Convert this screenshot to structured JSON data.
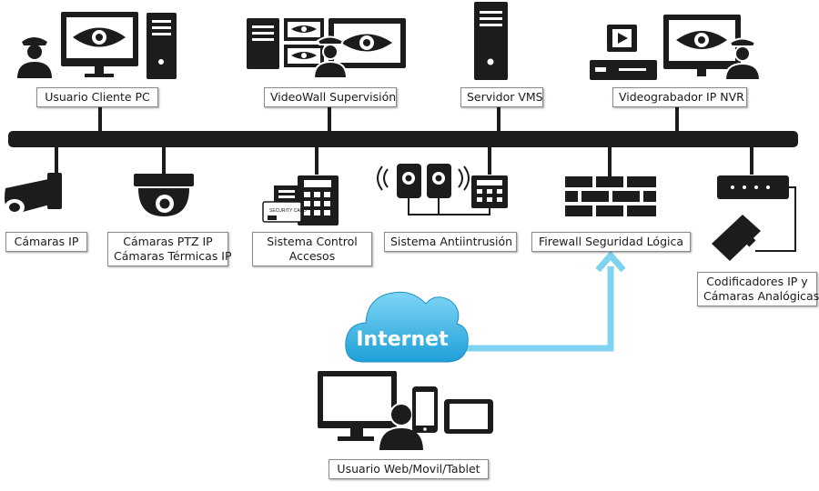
{
  "nodes": {
    "usuario_cliente_pc": "Usuario Cliente PC",
    "videowall": "VideoWall Supervisión",
    "servidor_vms": "Servidor VMS",
    "videograbador": "Videograbador IP NVR",
    "camaras_ip": "Cámaras IP",
    "camaras_ptz_line1": "Cámaras PTZ IP",
    "camaras_ptz_line2": "Cámaras Térmicas IP",
    "control_accesos_line1": "Sistema Control",
    "control_accesos_line2": "Accesos",
    "antiintrusion": "Sistema Antiintrusión",
    "firewall": "Firewall Seguridad Lógica",
    "codificadores_line1": "Codificadores IP y",
    "codificadores_line2": "Cámaras Analógicas",
    "internet": "Internet",
    "usuario_web": "Usuario Web/Movil/Tablet",
    "security_card": "SECURITY CARD"
  },
  "colors": {
    "icon": "#1c1c1c",
    "bus": "#1c1c1c",
    "cloud": "#29aee6",
    "cloud_light": "#5fc6f0",
    "arrow": "#7fd3f0",
    "label_border": "#8a8a8a"
  },
  "icons": [
    "guard-icon",
    "monitor-eye-icon",
    "tower-pc-icon",
    "videowall-icon",
    "server-icon",
    "nvr-recorder-icon",
    "bullet-camera-icon",
    "dome-camera-icon",
    "access-keypad-icon",
    "intrusion-sensor-icon",
    "firewall-brick-icon",
    "encoder-box-icon",
    "analog-camera-icon",
    "cloud-icon",
    "desktop-icon",
    "user-icon",
    "phone-icon",
    "tablet-icon"
  ]
}
